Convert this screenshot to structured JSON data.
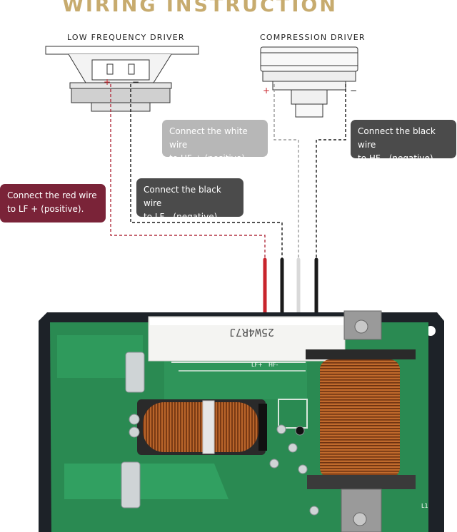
{
  "title": "WIRING INSTRUCTION",
  "drivers": {
    "low": {
      "label": "LOW FREQUENCY DRIVER",
      "plus": "+",
      "minus": "−"
    },
    "compression": {
      "label": "COMPRESSION DRIVER",
      "plus": "+",
      "minus": "−"
    }
  },
  "notes": {
    "red": {
      "line1": "Connect the red wire",
      "line2": "to  LF + (positive)."
    },
    "lf_black": {
      "line1": "Connect the black wire",
      "line2": "to  LF - (negative)."
    },
    "white": {
      "line1": "Connect the white wire",
      "line2": "to HF + (positive)."
    },
    "hf_black": {
      "line1": "Connect the black wire",
      "line2": "to  HF - (negative)."
    }
  },
  "board": {
    "resistor_label": "25W4R7J",
    "pcb_marks": [
      "LF+",
      "HF-",
      "L1"
    ]
  },
  "colors": {
    "title_gold": "#c7ab6e",
    "red_note": "#7a2338",
    "dark_note": "#4b4b4b",
    "white_note": "#b7b7b7",
    "pcb_green": "#2a8a52",
    "copper": "#b8642a",
    "wire_red": "#c8242c",
    "wire_black": "#1a1a1a",
    "wire_white": "#e8e8e8"
  }
}
